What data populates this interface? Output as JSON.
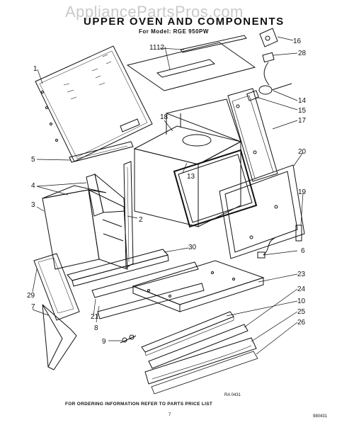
{
  "watermark": "AppliancePartsPros.com",
  "title": "UPPER OVEN AND COMPONENTS",
  "model_line": "For Model: RGE 950PW",
  "drawing_code": "RA 0431",
  "footer": "FOR ORDERING INFORMATION REFER TO PARTS PRICE LIST",
  "page_number": "7",
  "doc_number": "980431",
  "callouts": {
    "n1": "1",
    "n2": "2",
    "n3": "3",
    "n4": "4",
    "n5": "5",
    "n6": "6",
    "n7": "7",
    "n8": "8",
    "n9": "9",
    "n10": "10",
    "n11": "11",
    "n12": "12",
    "n13": "13",
    "n14": "14",
    "n15": "15",
    "n16": "16",
    "n17": "17",
    "n18": "18",
    "n19": "19",
    "n20": "20",
    "n21": "21",
    "n23": "23",
    "n24": "24",
    "n25": "25",
    "n26": "26",
    "n28": "28",
    "n29": "29",
    "n30": "30"
  }
}
